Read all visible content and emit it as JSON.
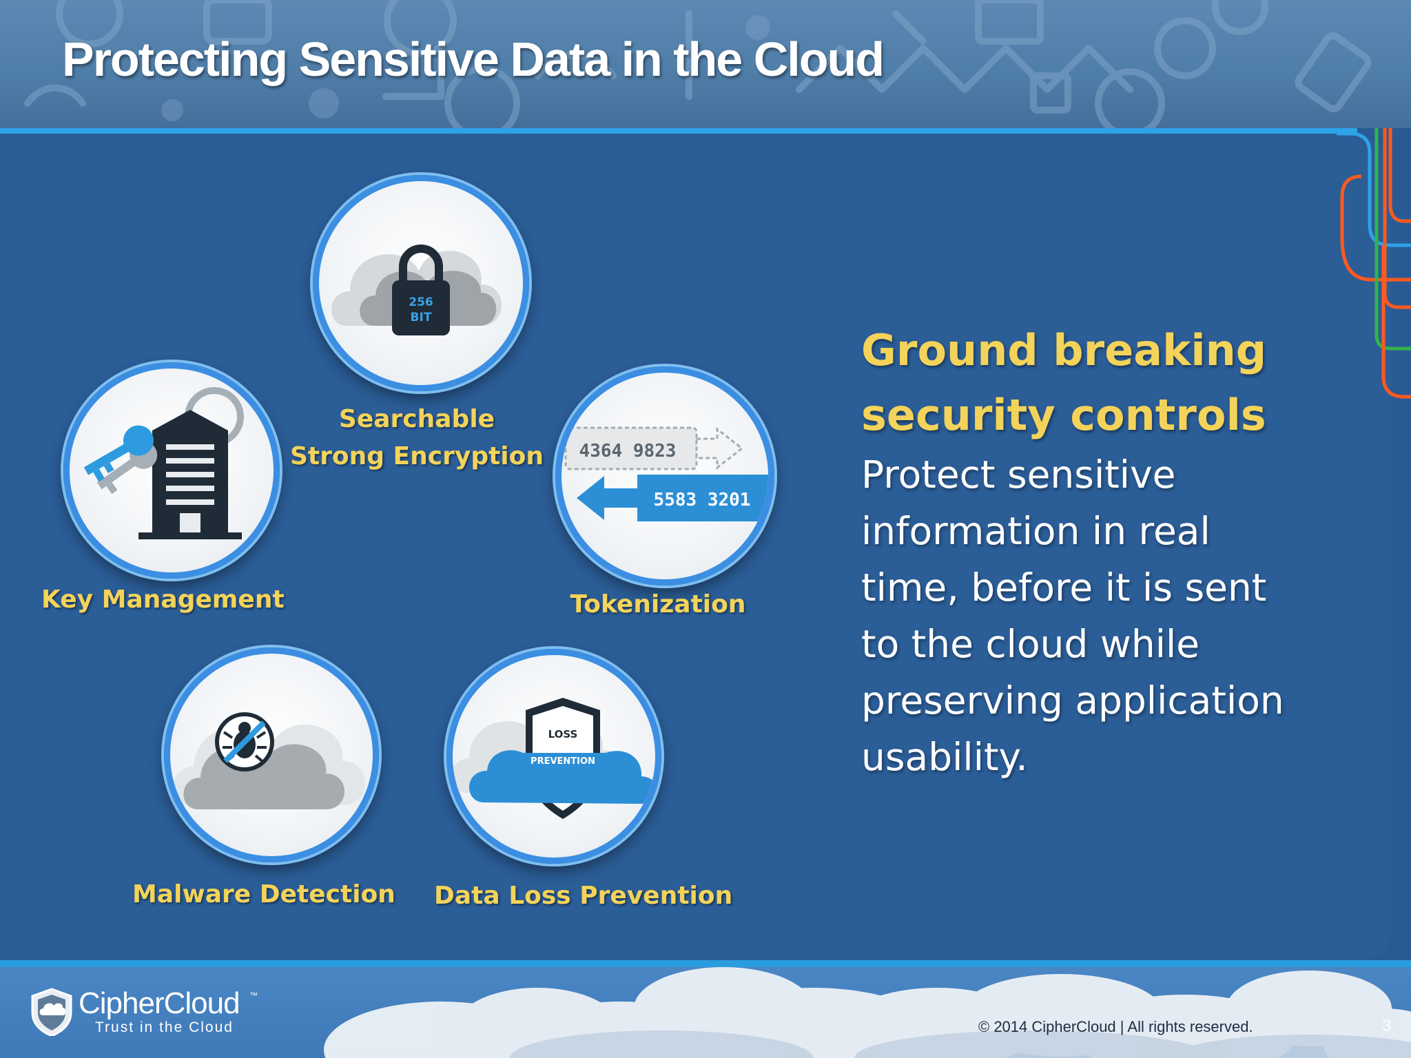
{
  "slide": {
    "title": "Protecting Sensitive Data in the Cloud",
    "page_number": "3"
  },
  "features": [
    {
      "label": "Searchable Strong Encryption",
      "icon": "cloud-padlock-icon",
      "badge": "256 BIT"
    },
    {
      "label": "Key Management",
      "icon": "keys-building-icon"
    },
    {
      "label": "Tokenization",
      "icon": "token-swap-icon",
      "original_value": "4364 9823",
      "token_value": "5583 3201"
    },
    {
      "label": "Malware Detection",
      "icon": "cloud-bug-blocked-icon"
    },
    {
      "label": "Data Loss Prevention",
      "icon": "dlp-shield-cloud-icon",
      "badge_top": "LOSS",
      "badge_bottom": "PREVENTION"
    }
  ],
  "callout": {
    "headline": "Ground breaking security controls",
    "body": "Protect sensitive information in real time, before it is sent to the cloud while preserving application usability."
  },
  "footer": {
    "brand": "CipherCloud",
    "trademark": "™",
    "tagline": "Trust in the Cloud",
    "copyright": "© 2014 CipherCloud | All rights reserved."
  },
  "colors": {
    "background": "#2b5d97",
    "accent_rule": "#2ea3e8",
    "label_yellow": "#f3d35a",
    "text_white": "#ffffff",
    "circle_ring": "#3b8ee2"
  }
}
